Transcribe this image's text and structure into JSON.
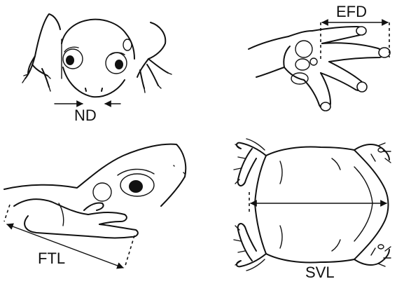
{
  "panels": {
    "nostril_distance": {
      "label": "ND"
    },
    "finger_disc": {
      "label": "EFD"
    },
    "forearm_length": {
      "label": "FTL"
    },
    "snout_vent": {
      "label": "SVL"
    }
  },
  "colors": {
    "ink": "#111111",
    "background": "#ffffff"
  }
}
